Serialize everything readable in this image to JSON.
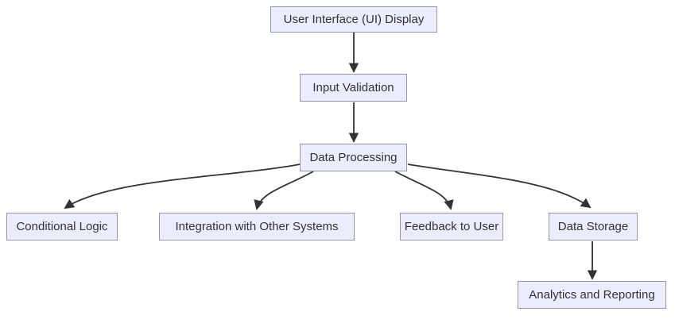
{
  "diagram": {
    "type": "flowchart",
    "direction": "top-down",
    "nodes": [
      {
        "id": "ui_display",
        "label": "User Interface (UI) Display"
      },
      {
        "id": "input_validation",
        "label": "Input Validation"
      },
      {
        "id": "data_processing",
        "label": "Data Processing"
      },
      {
        "id": "conditional_logic",
        "label": "Conditional Logic"
      },
      {
        "id": "integration",
        "label": "Integration with Other Systems"
      },
      {
        "id": "feedback",
        "label": "Feedback to User"
      },
      {
        "id": "data_storage",
        "label": "Data Storage"
      },
      {
        "id": "analytics",
        "label": "Analytics and Reporting"
      }
    ],
    "edges": [
      {
        "from": "ui_display",
        "to": "input_validation"
      },
      {
        "from": "input_validation",
        "to": "data_processing"
      },
      {
        "from": "data_processing",
        "to": "conditional_logic"
      },
      {
        "from": "data_processing",
        "to": "integration"
      },
      {
        "from": "data_processing",
        "to": "feedback"
      },
      {
        "from": "data_processing",
        "to": "data_storage"
      },
      {
        "from": "data_storage",
        "to": "analytics"
      }
    ],
    "colors": {
      "background": "#ffffff",
      "node_fill": "#ECECFF",
      "node_border": "#9696b2",
      "edge": "#333333",
      "text": "#333333"
    }
  }
}
